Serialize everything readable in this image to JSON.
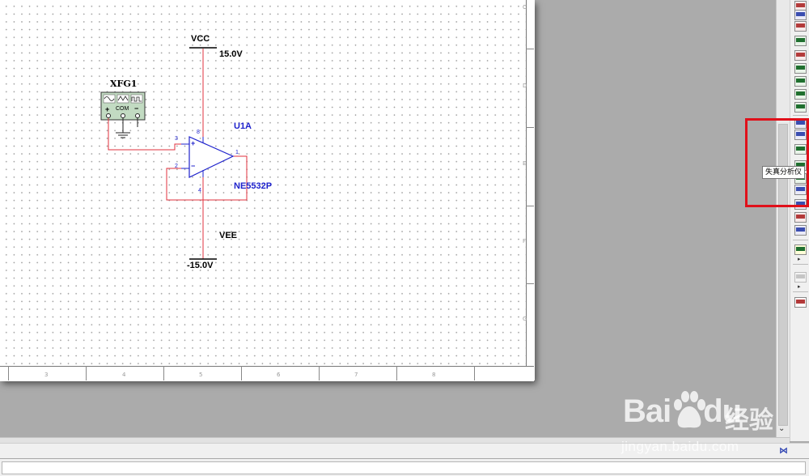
{
  "schematic": {
    "generator": {
      "ref": "XFG1",
      "terminal_plus": "+",
      "terminal_com": "COM",
      "terminal_minus": "−"
    },
    "opamp": {
      "ref": "U1A",
      "model": "NE5532P",
      "pin_noninv": "3",
      "pin_inv": "2",
      "pin_out": "1",
      "pin_vpos": "8",
      "pin_vneg": "4",
      "sign_plus": "+",
      "sign_minus": "−"
    },
    "vcc": {
      "label": "VCC",
      "value": "15.0V"
    },
    "vee": {
      "label": "VEE",
      "value": "-15.0V"
    },
    "border_rows": [
      "C",
      "D",
      "E",
      "F",
      "G"
    ],
    "border_cols": [
      "3",
      "4",
      "5",
      "6",
      "7",
      "8"
    ]
  },
  "toolbar": {
    "tooltip": "失真分析仪",
    "instruments": [
      "multimeter",
      "function-generator",
      "wattmeter",
      "oscilloscope",
      "four-channel-oscilloscope",
      "bode-plotter",
      "frequency-counter",
      "word-generator",
      "logic-analyzer",
      "logic-converter",
      "iv-analyzer",
      "distortion-analyzer",
      "spectrum-analyzer",
      "network-analyzer",
      "agilent-function-generator",
      "agilent-multimeter",
      "agilent-oscilloscope",
      "tektronix-oscilloscope",
      "labview-instrument",
      "measurement-probe",
      "current-probe"
    ]
  },
  "watermark": {
    "brand": "Bai",
    "brand_suffix": "du",
    "service": "经验",
    "url": "jingyan.baidu.com"
  },
  "colors": {
    "wire": "#e0303c",
    "component": "#1e22cc",
    "highlight": "#e0101a",
    "workspace": "#ababab"
  }
}
